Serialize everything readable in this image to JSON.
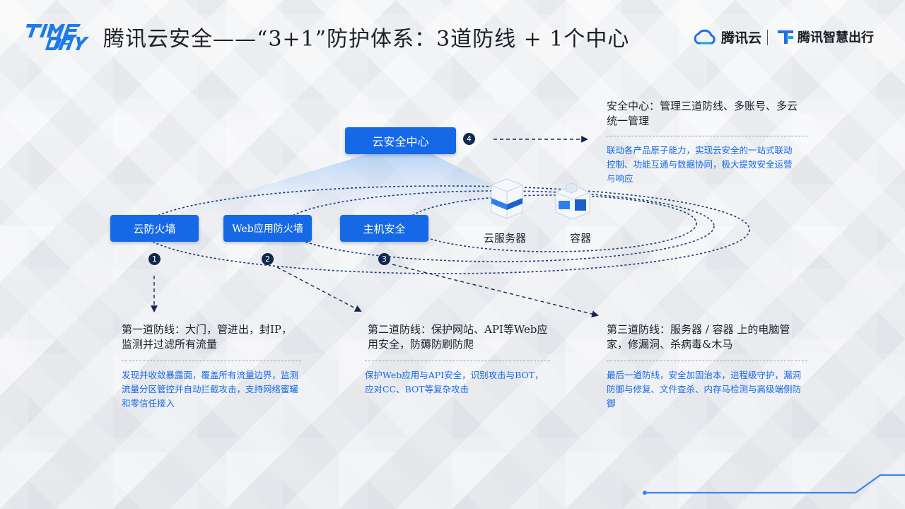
{
  "header": {
    "logo_left": "TIME DAY",
    "title": "腾讯云安全——“3+1”防护体系：3道防线 + 1个中心",
    "brand_tencent": "腾讯云",
    "brand_mobility": "腾讯智慧出行"
  },
  "center": {
    "box_label": "云安全中心",
    "number": "4"
  },
  "firewalls": [
    {
      "label": "云防火墙",
      "number": "1"
    },
    {
      "label": "Web应用防火墙",
      "number": "2"
    },
    {
      "label": "主机安全",
      "number": "3"
    }
  ],
  "devices": {
    "server_label": "云服务器",
    "container_label": "容器"
  },
  "blocks": {
    "center": {
      "title": "安全中心：管理三道防线、多账号、多云统一管理",
      "desc": "联动各产品原子能力，实现云安全的一站式联动控制、功能互通与数据协同，极大提效安全运营与响应"
    },
    "line1": {
      "title": "第一道防线：大门，管进出，封IP，监测并过滤所有流量",
      "desc": "发现并收敛暴露面，覆盖所有流量边界，监测流量分区管控并自动拦截攻击，支持网络蜜罐和零信任接入"
    },
    "line2": {
      "title": "第二道防线：保护网站、API等Web应用安全，防薅防刷防爬",
      "desc": "保护Web应用与API安全，识别攻击与BOT，应对CC、BOT等复杂攻击"
    },
    "line3": {
      "title": "第三道防线：服务器 / 容器 上的电脑管家，修漏洞、杀病毒&木马",
      "desc": "最后一道防线，安全加固治本，进程级守护，漏洞防御与修复、文件查杀、内存马检测与高级端侧防御"
    }
  },
  "colors": {
    "accent": "#1669e6",
    "number_badge": "#10284f",
    "text": "#1b1f2a"
  }
}
